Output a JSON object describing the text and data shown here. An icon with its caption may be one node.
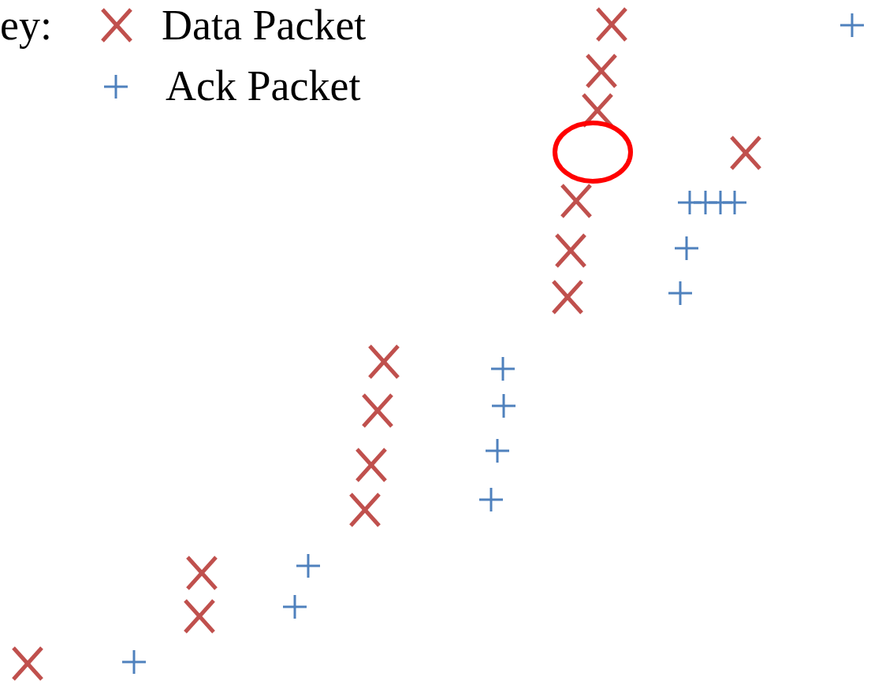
{
  "diagram": {
    "labels": [
      "ey:"
    ],
    "legend": [
      {
        "text": "Data Packet"
      },
      {
        "text": "Ack Packet"
      }
    ]
  }
}
